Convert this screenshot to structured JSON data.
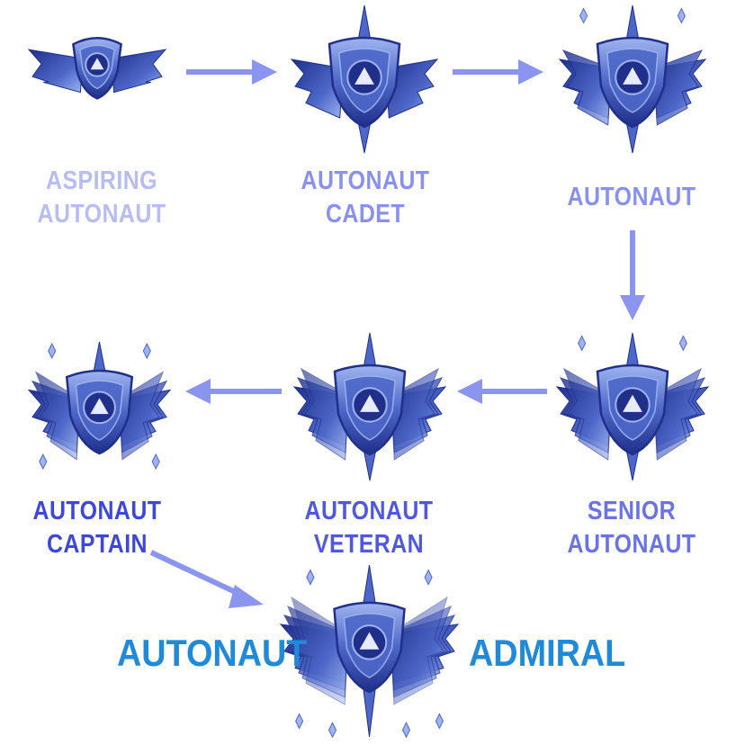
{
  "colors": {
    "arrow": "#8a95f0",
    "label_faded": "#b7bdf2",
    "label_light": "#8891ee",
    "label_mid": "#6a73e6",
    "label_strong": "#3e48d8",
    "final": "#1e8ad8",
    "shield_dark": "#1f2f8a",
    "shield_mid": "#4d67c8",
    "shield_light": "#9fb4ef"
  },
  "ranks": [
    {
      "line1": "ASPIRING",
      "line2": "AUTONAUT",
      "icon": "rank-badge-tier1-icon"
    },
    {
      "line1": "AUTONAUT",
      "line2": "CADET",
      "icon": "rank-badge-tier2-icon"
    },
    {
      "line1": "AUTONAUT",
      "line2": "",
      "icon": "rank-badge-tier3-icon"
    },
    {
      "line1": "SENIOR",
      "line2": "AUTONAUT",
      "icon": "rank-badge-tier4-icon"
    },
    {
      "line1": "AUTONAUT",
      "line2": "VETERAN",
      "icon": "rank-badge-tier5-icon"
    },
    {
      "line1": "AUTONAUT",
      "line2": "CAPTAIN",
      "icon": "rank-badge-tier6-icon"
    }
  ],
  "final_rank": {
    "left_word": "AUTONAUT",
    "right_word": "ADMIRAL",
    "icon": "rank-badge-admiral-icon"
  }
}
